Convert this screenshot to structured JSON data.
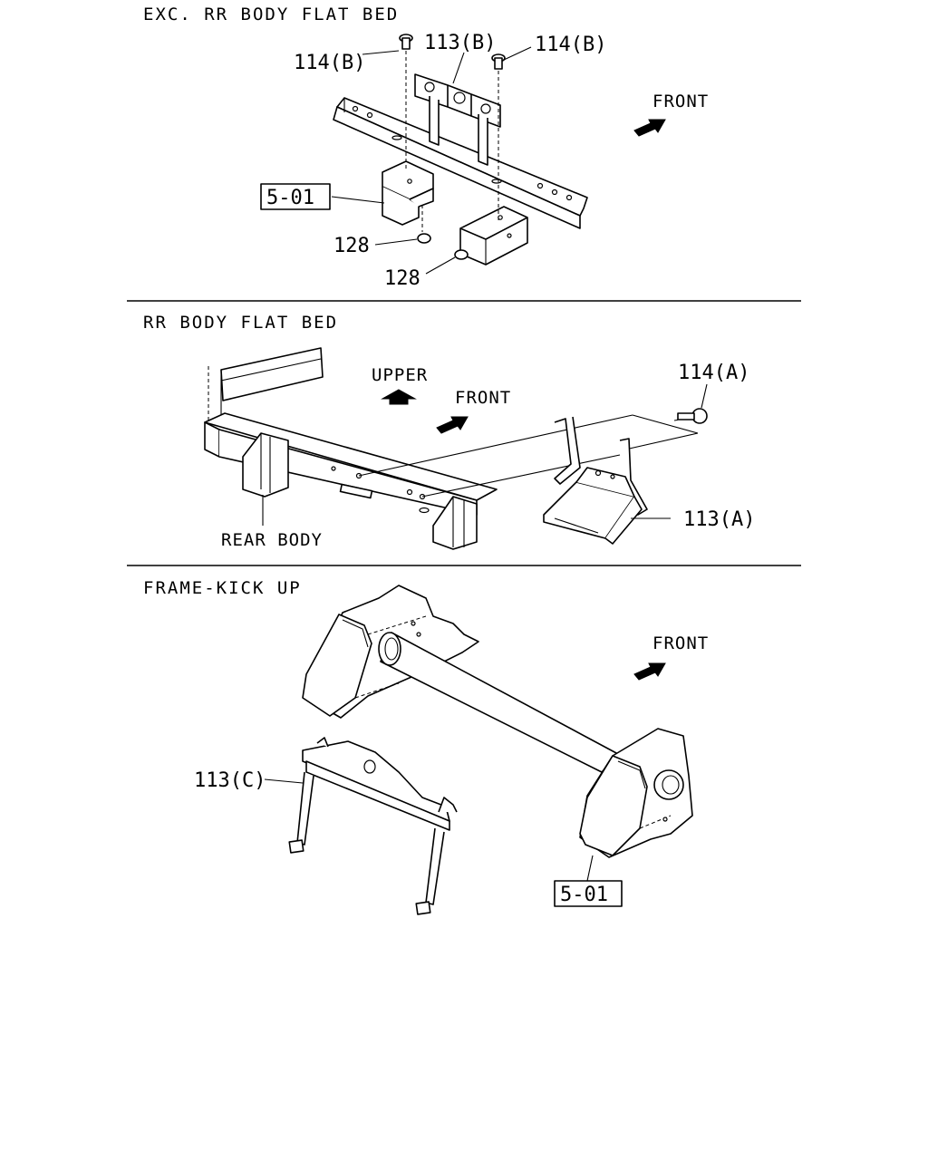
{
  "sections": [
    {
      "title": "EXC. RR BODY FLAT BED",
      "labels": {
        "bolt_left": "114(B)",
        "bracket": "113(B)",
        "bolt_right": "114(B)",
        "front": "FRONT",
        "frame_ref": "5-01",
        "nut_upper": "128",
        "nut_lower": "128"
      }
    },
    {
      "title": "RR BODY FLAT BED",
      "labels": {
        "upper": "UPPER",
        "front": "FRONT",
        "bolt": "114(A)",
        "bracket": "113(A)",
        "rear_body": "REAR BODY"
      }
    },
    {
      "title": "FRAME-KICK UP",
      "labels": {
        "front": "FRONT",
        "bracket": "113(C)",
        "frame_ref": "5-01"
      }
    }
  ]
}
